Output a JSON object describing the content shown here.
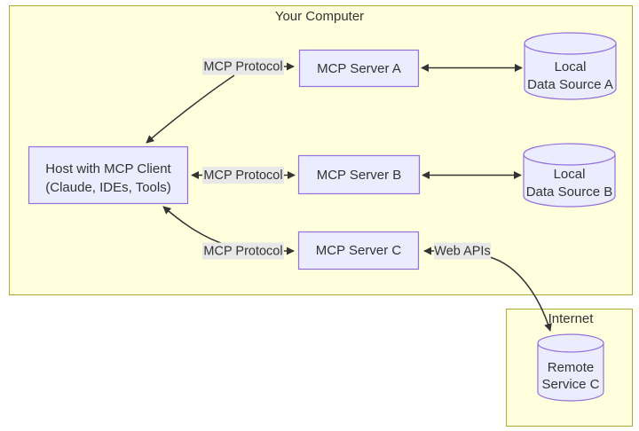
{
  "diagram": {
    "clusters": {
      "your_computer": {
        "label": "Your Computer"
      },
      "internet": {
        "label": "Internet"
      }
    },
    "nodes": {
      "host": {
        "line1": "Host with MCP Client",
        "line2": "(Claude, IDEs, Tools)"
      },
      "server_a": {
        "label": "MCP Server A"
      },
      "server_b": {
        "label": "MCP Server B"
      },
      "server_c": {
        "label": "MCP Server C"
      },
      "data_source_a": {
        "line1": "Local",
        "line2": "Data Source A"
      },
      "data_source_b": {
        "line1": "Local",
        "line2": "Data Source B"
      },
      "remote_service_c": {
        "line1": "Remote",
        "line2": "Service C"
      }
    },
    "edge_labels": {
      "mcp_protocol_a": "MCP Protocol",
      "mcp_protocol_b": "MCP Protocol",
      "mcp_protocol_c": "MCP Protocol",
      "web_apis": "Web APIs"
    },
    "colors": {
      "cluster_fill": "#ffffde",
      "cluster_border": "#aaaa33",
      "node_fill": "#ECECFF",
      "node_border": "#9370DB",
      "edge_label_bg": "#e8e8e8",
      "line": "#333333",
      "text": "#333333"
    }
  }
}
